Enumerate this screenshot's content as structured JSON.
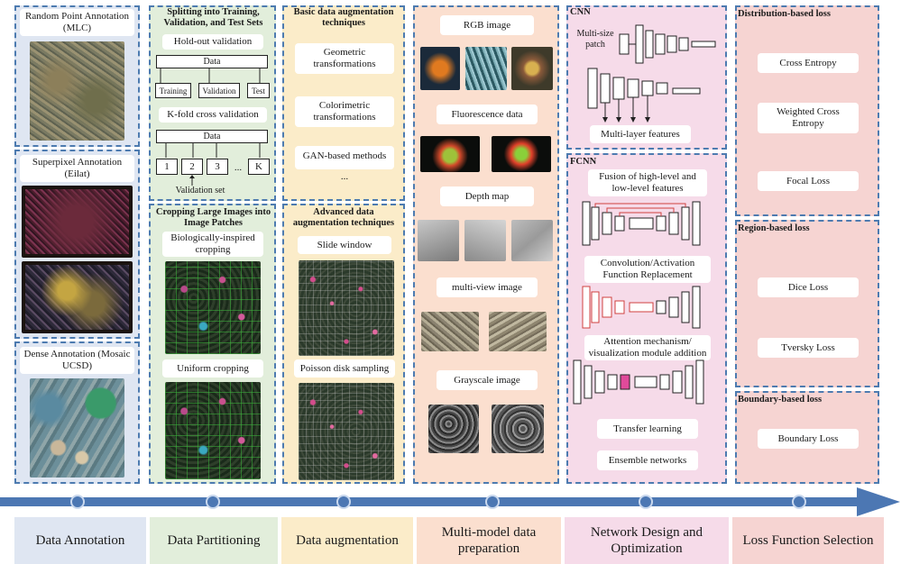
{
  "colors": {
    "annotation": "#dfe6f2",
    "partitioning": "#e2eedb",
    "augmentation": "#fbecc9",
    "multimodel": "#fbdfcf",
    "network": "#f6dbe9",
    "loss": "#f6d4d2",
    "timeline": "#4c77b3"
  },
  "annotation": {
    "random_point": "Random Point Annotation (MLC)",
    "superpixel": "Superpixel Annotation (Eilat)",
    "dense": "Dense Annotation (Mosaic UCSD)"
  },
  "partitioning": {
    "title": "Splitting into Training, Validation, and Test Sets",
    "holdout": "Hold-out validation",
    "data": "Data",
    "training": "Training",
    "validation": "Validation",
    "test": "Test",
    "kfold": "K-fold cross validation",
    "folds": [
      "1",
      "2",
      "3",
      "...",
      "K"
    ],
    "validation_set": "Validation set",
    "cropping_title": "Cropping Large Images into Image Patches",
    "bio_cropping": "Biologically-inspired cropping",
    "uniform_cropping": "Uniform cropping"
  },
  "augmentation": {
    "basic_title": "Basic data augmentation techniques",
    "geometric": "Geometric transformations",
    "colorimetric": "Colorimetric transformations",
    "gan": "GAN-based methods",
    "ellipsis": "...",
    "advanced_title": "Advanced data augmentation techniques",
    "slide_window": "Slide window",
    "poisson": "Poisson disk sampling"
  },
  "multimodel": {
    "rgb": "RGB image",
    "fluorescence": "Fluorescence data",
    "depth": "Depth map",
    "multiview": "multi-view image",
    "grayscale": "Grayscale image"
  },
  "network": {
    "cnn_title": "CNN",
    "multisize": "Multi-size patch",
    "multilayer": "Multi-layer features",
    "fcnn_title": "FCNN",
    "fusion": "Fusion of high-level and low-level features",
    "convact": "Convolution/Activation Function Replacement",
    "attention": "Attention mechanism/ visualization module addition",
    "transfer": "Transfer learning",
    "ensemble": "Ensemble networks"
  },
  "loss": {
    "distribution_title": "Distribution-based loss",
    "cross_entropy": "Cross Entropy",
    "weighted_ce": "Weighted Cross Entropy",
    "focal": "Focal Loss",
    "region_title": "Region-based loss",
    "dice": "Dice Loss",
    "tversky": "Tversky Loss",
    "boundary_title": "Boundary-based loss",
    "boundary": "Boundary Loss"
  },
  "stages": [
    "Data Annotation",
    "Data Partitioning",
    "Data augmentation",
    "Multi-model data preparation",
    "Network Design and Optimization",
    "Loss Function Selection"
  ]
}
